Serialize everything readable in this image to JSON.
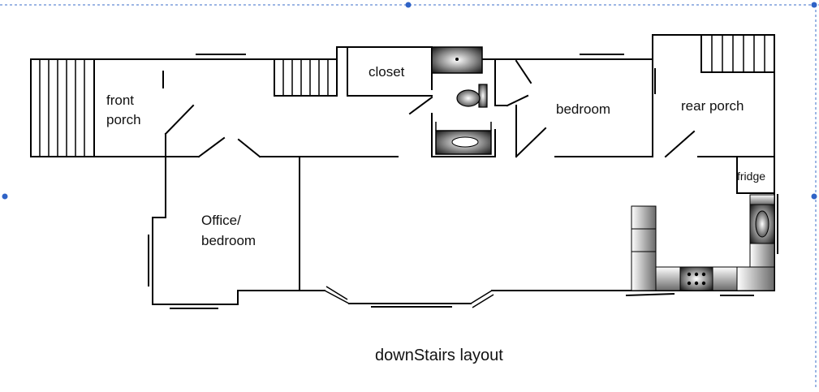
{
  "diagram": {
    "caption": "downStairs layout",
    "rooms": {
      "front_porch_line1": "front",
      "front_porch_line2": "porch",
      "closet": "closet",
      "bedroom": "bedroom",
      "rear_porch": "rear porch",
      "fridge": "fridge",
      "office_line1": "Office/",
      "office_line2": "bedroom"
    },
    "fixtures": [
      "sink",
      "toilet",
      "bathtub",
      "stove",
      "kitchen-sink",
      "counter"
    ],
    "colors": {
      "selection": "#3b6cc9",
      "handle": "#2f63c7",
      "wall": "#000000"
    }
  }
}
